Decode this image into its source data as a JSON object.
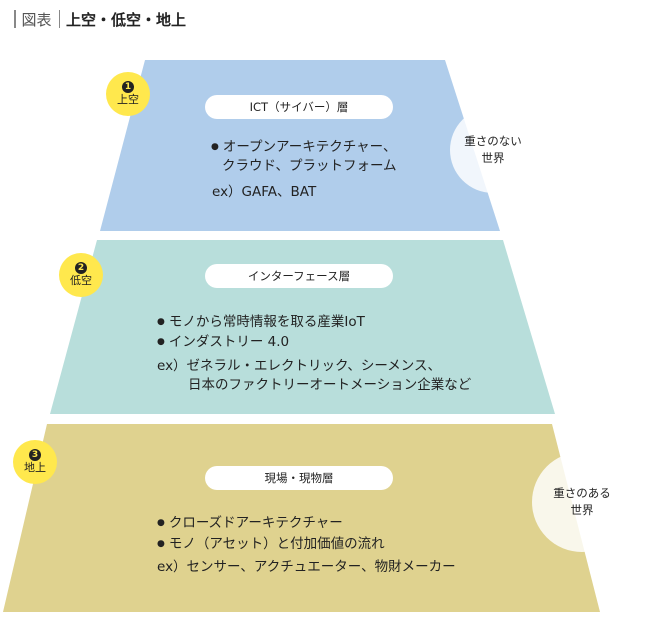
{
  "header": {
    "tag": "図表",
    "title": "上空・低空・地上"
  },
  "colors": {
    "top": "#b0cdeb",
    "middle": "#b8dedb",
    "bottom": "#dfd28f",
    "badge": "#ffe84d"
  },
  "layers": [
    {
      "num": "1",
      "label": "上空",
      "name": "ICT（サイバー）層",
      "items": [
        "オープンアーキテクチャー、",
        "クラウド、プラットフォーム"
      ],
      "example": "ex）GAFA、BAT",
      "example_cont": ""
    },
    {
      "num": "2",
      "label": "低空",
      "name": "インターフェース層",
      "items": [
        "モノから常時情報を取る産業IoT",
        "インダストリー 4.0"
      ],
      "example": "ex）ゼネラル・エレクトリック、シーメンス、",
      "example_cont": "日本のファクトリーオートメーション企業など"
    },
    {
      "num": "3",
      "label": "地上",
      "name": "現場・現物層",
      "items": [
        "クローズドアーキテクチャー",
        "モノ（アセット）と付加価値の流れ"
      ],
      "example": "ex）センサー、アクチュエーター、物財メーカー",
      "example_cont": ""
    }
  ],
  "weight_top": [
    "重さのない",
    "世界"
  ],
  "weight_bottom": [
    "重さのある",
    "世界"
  ]
}
